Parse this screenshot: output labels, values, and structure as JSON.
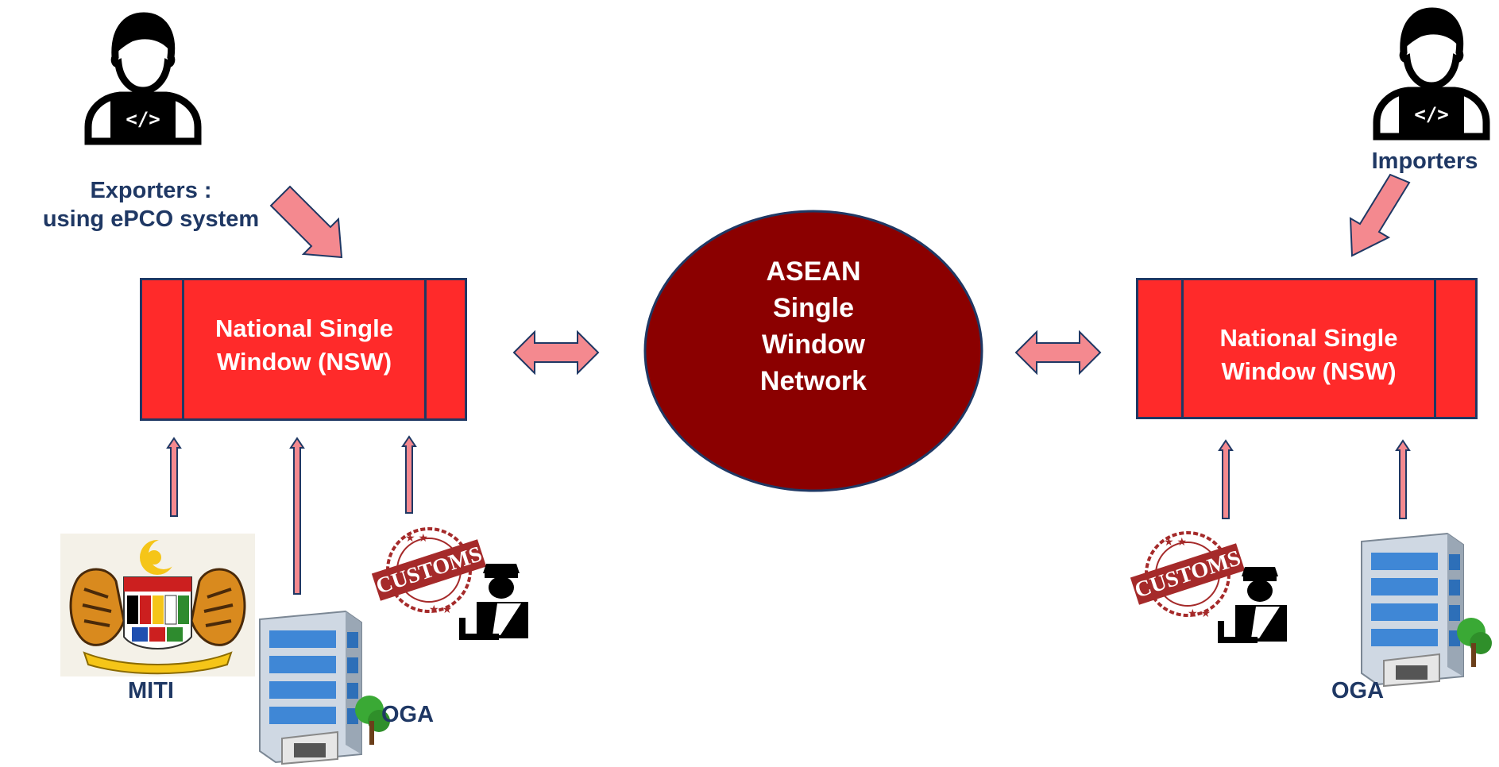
{
  "exporter": {
    "label_line1": "Exporters :",
    "label_line2": "using ePCO system"
  },
  "importer": {
    "label": "Importers"
  },
  "nsw_left": {
    "line1": "National Single",
    "line2": "Window (NSW)"
  },
  "nsw_right": {
    "line1": "National Single",
    "line2": "Window (NSW)"
  },
  "asw": {
    "line1": "ASEAN",
    "line2": "Single",
    "line3": "Window",
    "line4": "Network"
  },
  "labels": {
    "miti": "MITI",
    "oga_left": "OGA",
    "oga_right": "OGA"
  },
  "stamp_text": "CUSTOMS",
  "colors": {
    "nsw_fill": "#ff2a2a",
    "border_navy": "#1f3864",
    "asw_fill": "#8b0000",
    "arrow_pink": "#f4898f",
    "label_navy": "#1f3864",
    "stamp_red": "#a52a2a"
  },
  "icons": [
    "developer-icon",
    "building-icon",
    "customs-stamp-icon",
    "officer-icon",
    "coat-of-arms-icon"
  ]
}
